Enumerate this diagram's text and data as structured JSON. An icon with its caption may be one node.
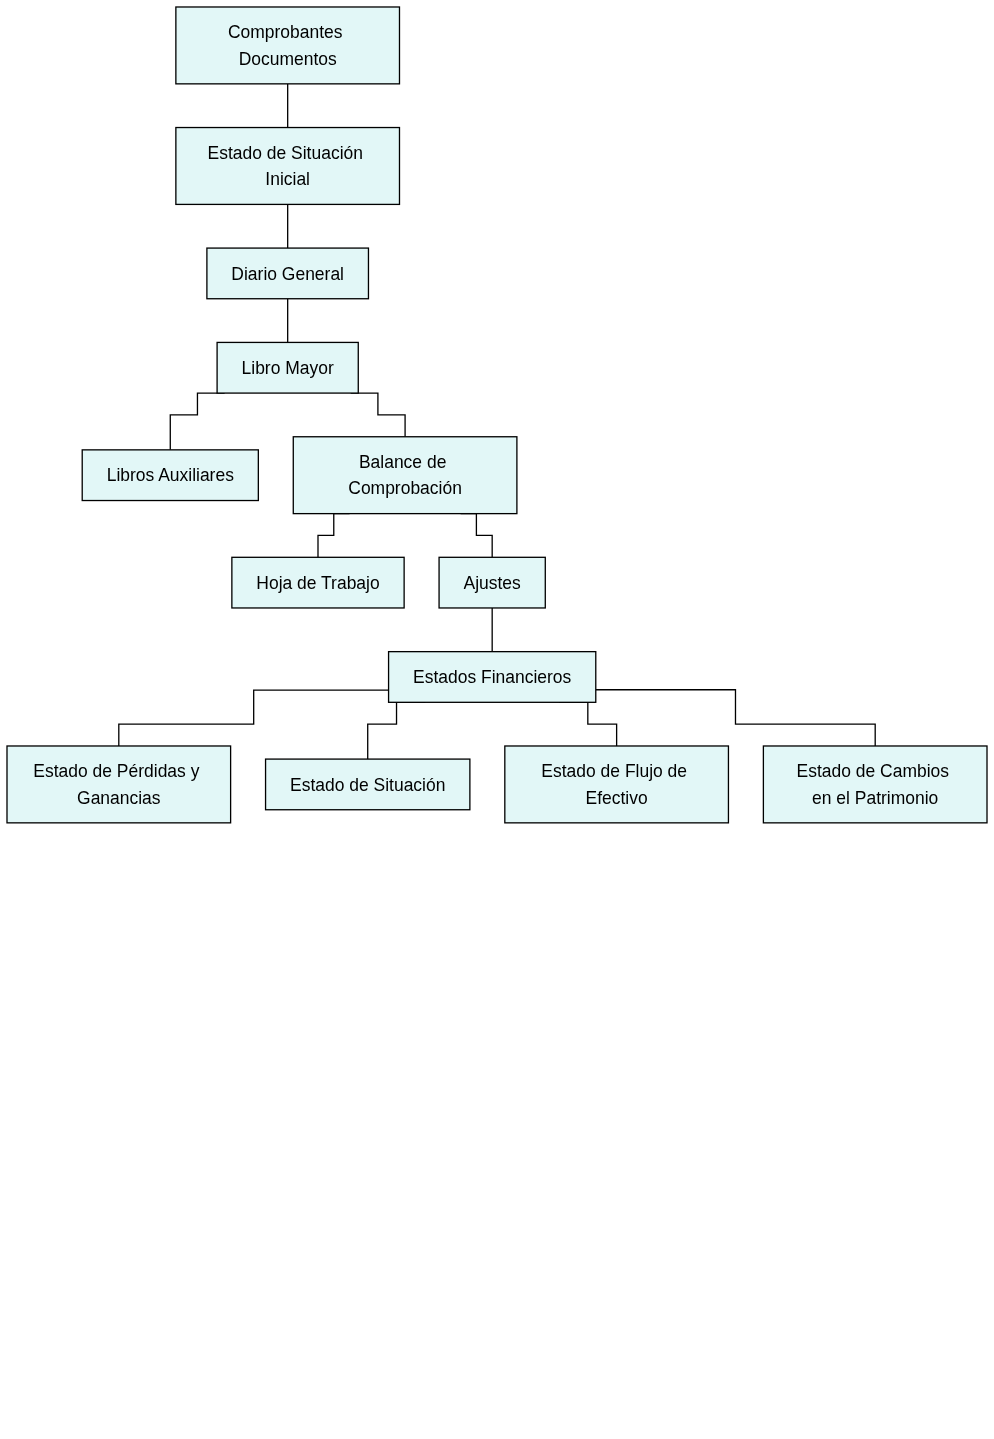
{
  "diagram": {
    "nodes": [
      {
        "text": [
          "Comprobantes Documentos"
        ]
      },
      {
        "text": [
          "Estado de Situación Inicial"
        ]
      },
      {
        "text": [
          "Diario General"
        ]
      },
      {
        "text": [
          "Libro Mayor"
        ]
      },
      {
        "text": [
          "Libros Auxiliares"
        ]
      },
      {
        "text": [
          "Balance de Comprobación"
        ]
      },
      {
        "text": [
          "Hoja de Trabajo"
        ]
      },
      {
        "text": [
          "Ajustes"
        ]
      },
      {
        "text": [
          "Estados Financieros"
        ]
      },
      {
        "text": [
          "Estado de Pérdidas y Ganancias"
        ]
      },
      {
        "text": [
          "Estado de Situación"
        ]
      },
      {
        "text": [
          "Estado de Flujo de Efectivo"
        ]
      },
      {
        "text": [
          "Estado de Cambios en el Patrimonio"
        ]
      }
    ],
    "edges": [
      {
        "from": 0,
        "to": 1,
        "arrow": "none"
      },
      {
        "from": 1,
        "to": 2,
        "arrow": "none"
      },
      {
        "from": 2,
        "to": 3,
        "arrow": "none"
      },
      {
        "from": 3,
        "to": 4,
        "arrow": "none"
      },
      {
        "from": 3,
        "to": 5,
        "arrow": "none"
      },
      {
        "from": 5,
        "to": 6,
        "arrow": "none"
      },
      {
        "from": 5,
        "to": 7,
        "arrow": "none"
      },
      {
        "from": 7,
        "to": 8,
        "arrow": "none"
      },
      {
        "from": 8,
        "to": 9,
        "arrow": "none"
      },
      {
        "from": 8,
        "to": 10,
        "arrow": "none"
      },
      {
        "from": 8,
        "to": 11,
        "arrow": "none"
      },
      {
        "from": 8,
        "to": 12,
        "arrow": "none"
      }
    ]
  }
}
